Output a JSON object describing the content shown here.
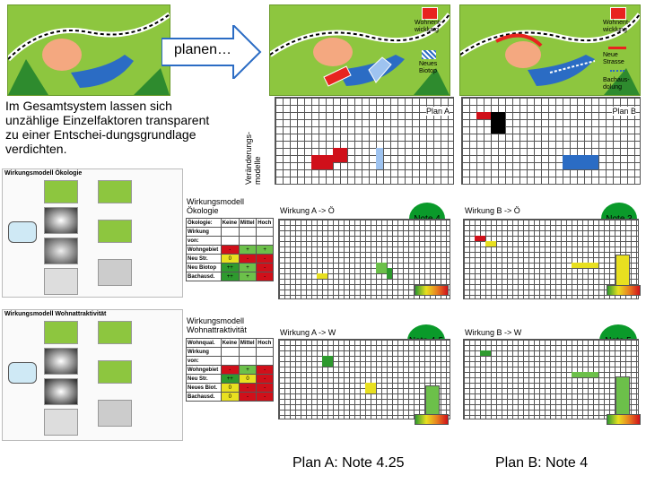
{
  "header": {
    "planen_label": "planen…",
    "legend_wohnentwicklung_1": "Wohnent-\nwicklung",
    "legend_neues_biotop": "Neues\nBiotop",
    "legend_wohnentwicklung_2": "Wohnent-\nwicklung",
    "legend_neue_strasse": "Neue\nStrasse",
    "legend_bachausdolung": "Bachaus-\ndolung"
  },
  "intro_text": "Im Gesamtsystem lassen sich unzählige Einzelfaktoren transparent zu einer Entschei-dungsgrundlage verdichten.",
  "vertical_label": "Veränderungs-\nmodelle",
  "plans": {
    "plan_a": "Plan A",
    "plan_b": "Plan B"
  },
  "models": {
    "oekologie_title": "Wirkungsmodell\nÖkologie",
    "wohnattraktivitaet_title": "Wirkungsmodell\nWohnattraktivität",
    "oeko_thumb_title": "Wirkungsmodell Ökologie",
    "wohn_thumb_title": "Wirkungsmodell Wohnattraktivität"
  },
  "table_oekologie": {
    "header": [
      "Ökologie:",
      "Keine",
      "Mittel",
      "Hoch"
    ],
    "rows": [
      [
        "Wirkung",
        "",
        "",
        ""
      ],
      [
        "von:",
        "",
        "",
        ""
      ],
      [
        "Wohngebiet",
        "-",
        "+",
        "+"
      ],
      [
        "Neu Str.",
        "0",
        "-",
        "-"
      ],
      [
        "Neu Biotop",
        "++",
        "+",
        "-"
      ],
      [
        "Bachausd.",
        "++",
        "+",
        "-"
      ]
    ]
  },
  "table_wohn": {
    "header": [
      "Wohnqual.",
      "Keine",
      "Mittel",
      "Hoch"
    ],
    "rows": [
      [
        "Wirkung",
        "",
        "",
        ""
      ],
      [
        "von:",
        "",
        "",
        ""
      ],
      [
        "Wohngebiet",
        "-",
        "+",
        "-"
      ],
      [
        "Neu Str.",
        "++",
        "0",
        "-"
      ],
      [
        "Neues Biot.",
        "0",
        "-",
        "-"
      ],
      [
        "Bachausd.",
        "0",
        "-",
        "-"
      ]
    ]
  },
  "results": {
    "a_oeko_label": "Wirkung A -> Ö",
    "a_oeko_note": "Note 4",
    "b_oeko_label": "Wirkung B -> Ö",
    "b_oeko_note": "Note 3",
    "a_wohn_label": "Wirkung A -> W",
    "a_wohn_note": "Note 4-5",
    "b_wohn_label": "Wirkung B -> W",
    "b_wohn_note": "Note 5"
  },
  "summary": {
    "plan_a_note": "Plan A: Note 4.25",
    "plan_b_note": "Plan B: Note 4"
  },
  "colors": {
    "map_green": "#8dc63f",
    "red": "#e8231f",
    "blue": "#2b6cc4",
    "note_green": "#0a9a2a"
  }
}
